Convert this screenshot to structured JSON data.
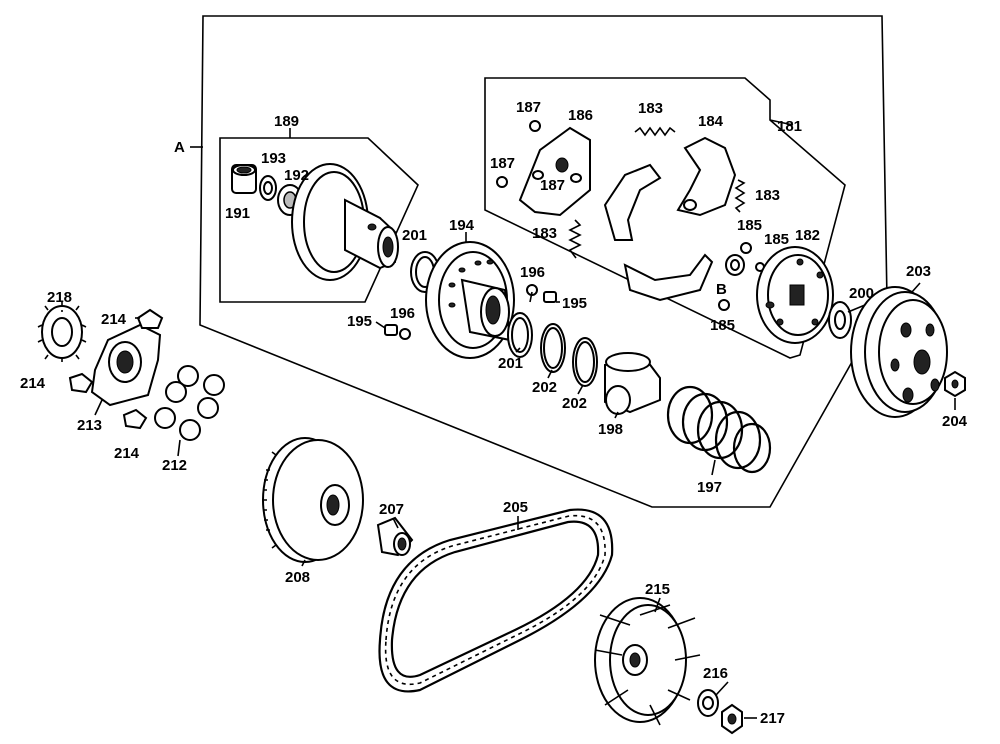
{
  "labels": {
    "A": "A",
    "p181": "181",
    "p182": "182",
    "p183a": "183",
    "p183b": "183",
    "p183c": "183",
    "p184": "184",
    "p185a": "185",
    "p185b": "185",
    "p185c": "185",
    "p186": "186",
    "p187a": "187",
    "p187b": "187",
    "p187c": "187",
    "p189": "189",
    "p191": "191",
    "p192": "192",
    "p193": "193",
    "p194": "194",
    "p195a": "195",
    "p195b": "195",
    "p196a": "196",
    "p196b": "196",
    "p197": "197",
    "p198": "198",
    "p200": "200",
    "p201a": "201",
    "p201b": "201",
    "p202a": "202",
    "p202b": "202",
    "p203": "203",
    "p204": "204",
    "p205": "205",
    "p207": "207",
    "p208": "208",
    "p212": "212",
    "p213": "213",
    "p214a": "214",
    "p214b": "214",
    "p214c": "214",
    "p215": "215",
    "p216": "216",
    "p217": "217",
    "p218": "218",
    "B": "B"
  }
}
